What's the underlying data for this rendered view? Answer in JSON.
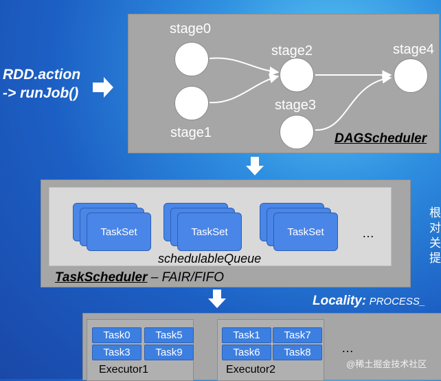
{
  "left": {
    "action_line1": "RDD.action",
    "action_line2": "-> runJob()"
  },
  "dag": {
    "stages": [
      "stage0",
      "stage1",
      "stage2",
      "stage3",
      "stage4"
    ],
    "title": "DAGScheduler"
  },
  "task_scheduler": {
    "tasksets": [
      "TaskSet",
      "TaskSet",
      "TaskSet"
    ],
    "ellipsis": "…",
    "queue_label": "schedulableQueue",
    "title": "TaskScheduler",
    "mode": " – FAIR/FIFO"
  },
  "locality": {
    "label": "Locality:",
    "value": "PROCESS_"
  },
  "side_text": [
    "根",
    "对",
    "关",
    "提"
  ],
  "executors": [
    {
      "name": "Executor1",
      "tasks": [
        "Task0",
        "Task5",
        "Task3",
        "Task9"
      ]
    },
    {
      "name": "Executor2",
      "tasks": [
        "Task1",
        "Task7",
        "Task6",
        "Task8"
      ]
    }
  ],
  "executors_ellipsis": "…",
  "watermark": "@稀土掘金技术社区",
  "colors": {
    "panel": "#a6a6a6",
    "inner": "#d9d9d9",
    "taskset": "#4a86e8",
    "background": "#1c5fc4"
  }
}
